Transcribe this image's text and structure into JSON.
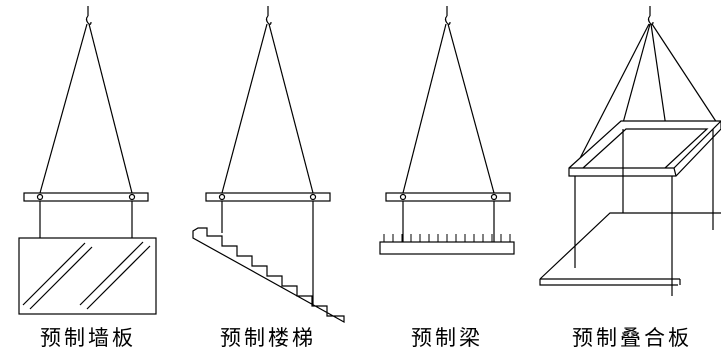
{
  "captions": {
    "wall": "预制墙板",
    "stair": "预制楼梯",
    "beam": "预制梁",
    "slab": "预制叠合板"
  }
}
